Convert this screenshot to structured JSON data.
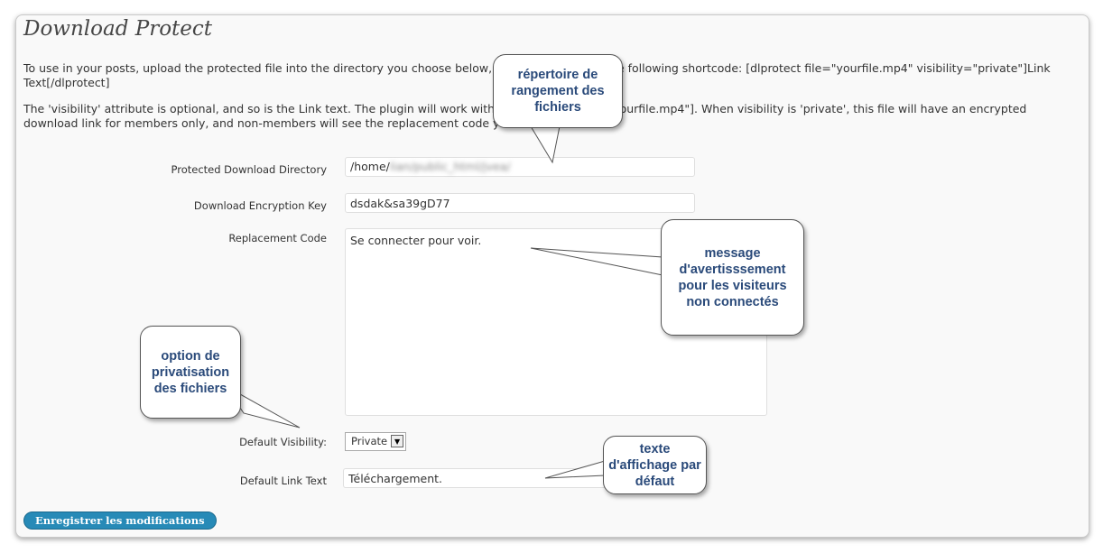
{
  "page": {
    "title": "Download Protect",
    "intro": "To use in your posts, upload the protected file into the directory you choose below, then insert it using the following shortcode: [dlprotect file=\"yourfile.mp4\" visibility=\"private\"]Link Text[/dlprotect]",
    "note": "The 'visibility' attribute is optional, and so is the Link text. The plugin will work with just [dlprotect file=\"yourfile.mp4\"]. When visibility is 'private', this file will have an encrypted download link for members only, and non-members will see the replacement code you enter below."
  },
  "form": {
    "directory_label": "Protected Download Directory",
    "directory_value": "/home/",
    "directory_blurred": "lian/public_html/jvea/",
    "key_label": "Download Encryption Key",
    "key_value": "dsdak&sa39gD77",
    "replacement_label": "Replacement Code",
    "replacement_value": "Se connecter pour voir.",
    "visibility_label": "Default Visibility:",
    "visibility_value": "Private",
    "link_text_label": "Default Link Text",
    "link_text_value": "Téléchargement.",
    "save_label": "Enregistrer les modifications"
  },
  "callouts": {
    "directory": "répertoire de rangement des fichiers",
    "warning": "message d'avertisssement pour les visiteurs non connectés",
    "privacy": "option de privatisation des fichiers",
    "display": "texte d'affichage par défaut"
  }
}
